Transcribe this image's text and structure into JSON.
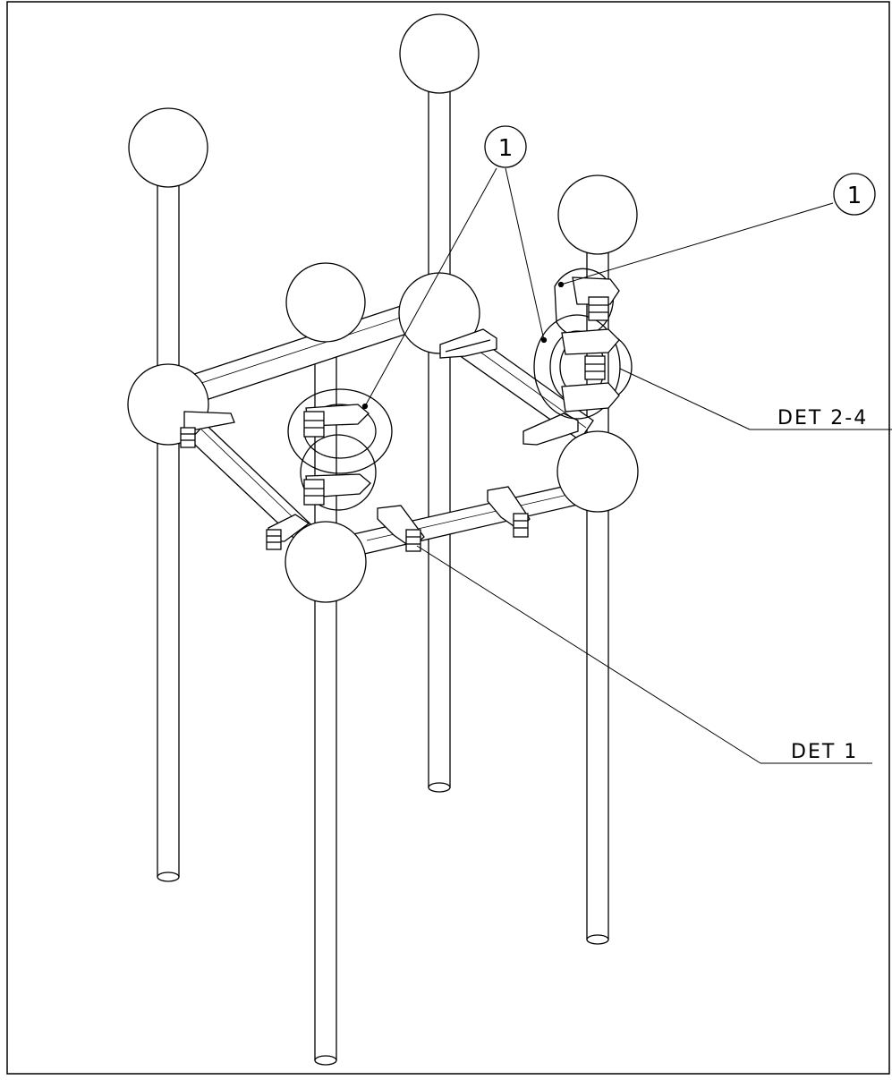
{
  "drawing": {
    "callouts": {
      "balloon_left": "1",
      "balloon_right": "1",
      "detail_upper": "DET 2-4",
      "detail_lower": "DET 1"
    }
  }
}
